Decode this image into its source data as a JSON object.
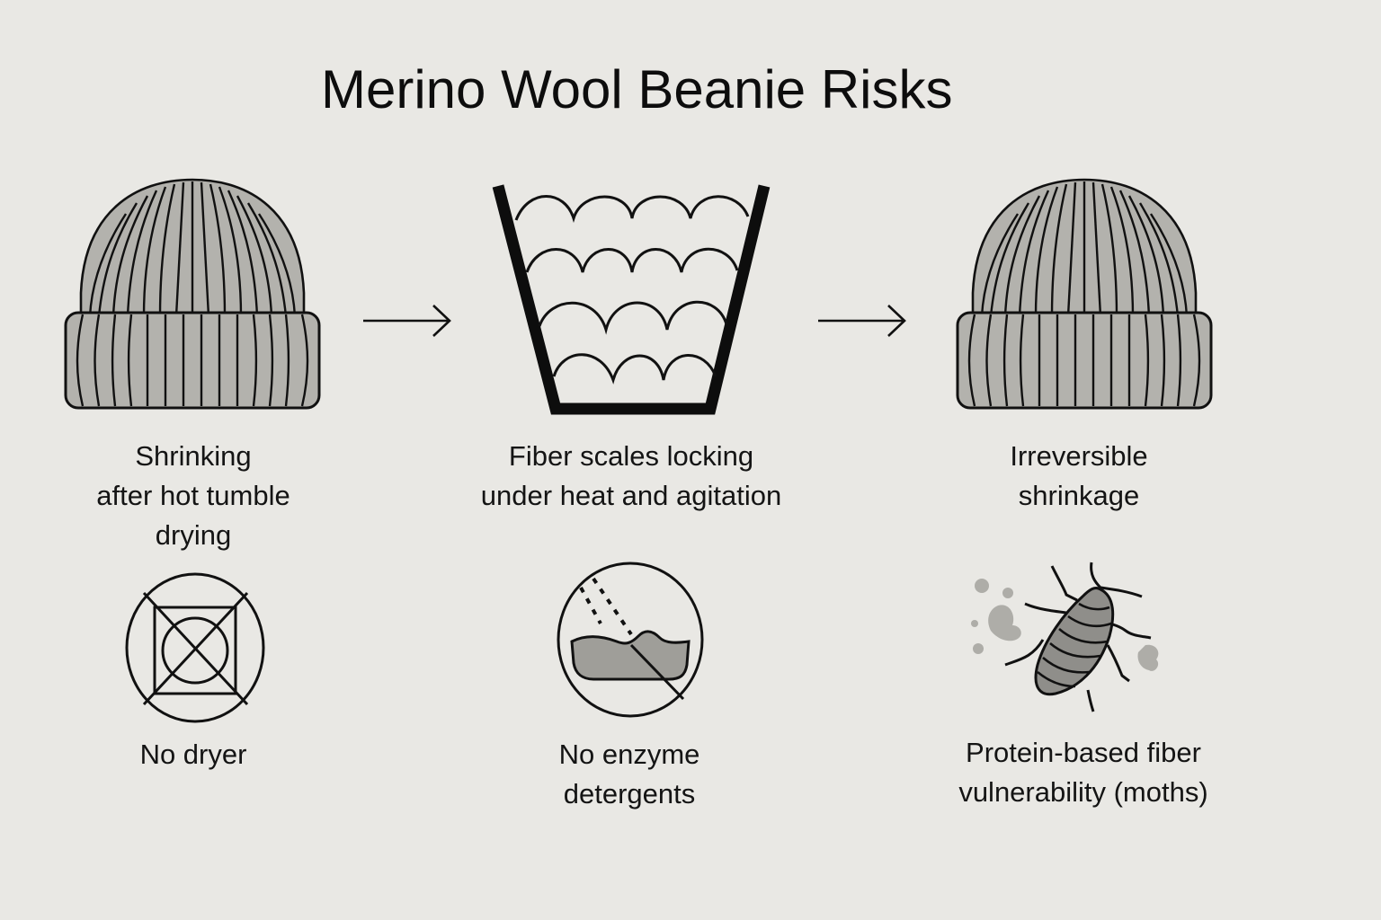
{
  "title": "Merino Wool Beanie Risks",
  "flow": {
    "steps": [
      {
        "icon": "beanie-icon",
        "caption": "Shrinking\nafter hot tumble\ndrying"
      },
      {
        "icon": "wash-tub-fiber-scales-icon",
        "caption": "Fiber scales locking\nunder heat and agitation"
      },
      {
        "icon": "shrunken-beanie-icon",
        "caption": "Irreversible\nshrinkage"
      }
    ],
    "arrows": [
      "arrow-right-icon",
      "arrow-right-icon"
    ]
  },
  "warnings": [
    {
      "icon": "no-tumble-dry-icon",
      "caption": "No dryer"
    },
    {
      "icon": "no-enzyme-detergent-icon",
      "caption": "No enzyme\ndetergents"
    },
    {
      "icon": "moth-icon",
      "caption": "Protein-based fiber\nvulnerability (moths)"
    }
  ],
  "colors": {
    "background": "#e9e8e4",
    "ink": "#111111",
    "fabric": "#b3b2ad",
    "moth_body": "#8f8e8a",
    "debris": "#aeada8"
  }
}
